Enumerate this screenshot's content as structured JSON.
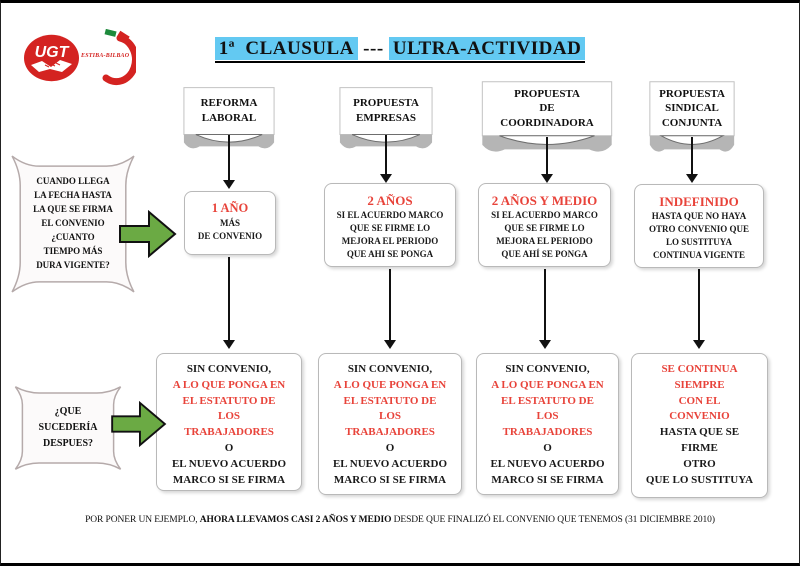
{
  "logo": {
    "acronym": "UGT",
    "subtitle": "ESTIBA-BILBAO"
  },
  "icons": {
    "logo": "ugt-handshake-logo",
    "arc": "estiba-arc-icon",
    "flow_arrow": "down-arrow",
    "question_arrow": "green-right-arrow"
  },
  "title": {
    "part1": "1ª  CLAUSULA",
    "separator": " --- ",
    "part2": "ULTRA-ACTIVIDAD"
  },
  "questions": {
    "q1": "CUANDO LLEGA\nLA FECHA HASTA\nLA QUE SE FIRMA\nEL CONVENIO\n¿CUANTO\nTIEMPO MÁS\nDURA VIGENTE?",
    "q2": "¿QUE\nSUCEDERÍA\nDESPUES?"
  },
  "columns": [
    {
      "header": "REFORMA\nLABORAL",
      "duration": {
        "emphasis": "1 AÑO",
        "detail": "MÁS\nDE CONVENIO"
      },
      "after": {
        "lead": "SIN CONVENIO,",
        "emphasis": "A LO QUE PONGA EN\nEL ESTATUTO DE\nLOS\nTRABAJADORES",
        "detail": "O\nEL NUEVO ACUERDO\nMARCO SI SE FIRMA"
      }
    },
    {
      "header": "PROPUESTA\nEMPRESAS",
      "duration": {
        "emphasis": "2 AÑOS",
        "detail": "SI EL ACUERDO MARCO\nQUE SE FIRME LO\nMEJORA EL PERIODO\nQUE AHI SE PONGA"
      },
      "after": {
        "lead": "SIN CONVENIO,",
        "emphasis": "A LO QUE PONGA EN\nEL ESTATUTO DE\nLOS\nTRABAJADORES",
        "detail": "O\nEL NUEVO ACUERDO\nMARCO SI SE FIRMA"
      }
    },
    {
      "header": "PROPUESTA\nDE\nCOORDINADORA",
      "duration": {
        "emphasis": "2 AÑOS Y MEDIO",
        "detail": "SI EL ACUERDO MARCO\nQUE SE FIRME LO\nMEJORA EL PERIODO\nQUE AHÍ SE PONGA"
      },
      "after": {
        "lead": "SIN CONVENIO,",
        "emphasis": "A LO QUE PONGA EN\nEL ESTATUTO DE\nLOS\nTRABAJADORES",
        "detail": "O\nEL NUEVO ACUERDO\nMARCO SI SE FIRMA"
      }
    },
    {
      "header": "PROPUESTA\nSINDICAL\nCONJUNTA",
      "duration": {
        "emphasis": "INDEFINIDO",
        "detail": "HASTA QUE NO HAYA\nOTRO CONVENIO QUE\nLO SUSTITUYA\nCONTINUA VIGENTE"
      },
      "after": {
        "lead": "",
        "emphasis": "SE CONTINUA\nSIEMPRE\nCON EL\nCONVENIO",
        "detail": "HASTA QUE SE\nFIRME\nOTRO\nQUE LO SUSTITUYA"
      }
    }
  ],
  "footer": {
    "pre": "POR PONER UN EJEMPLO, ",
    "bold": "AHORA LLEVAMOS  CASI 2 AÑOS Y MEDIO ",
    "post": "DESDE QUE FINALIZÓ EL CONVENIO QUE TENEMOS (31 DICIEMBRE 2010)"
  },
  "colors": {
    "emphasis_red": "#e8433a",
    "highlight_cyan": "#63c9f2",
    "arrow_green": "#6baa44",
    "logo_red": "#d42321"
  }
}
